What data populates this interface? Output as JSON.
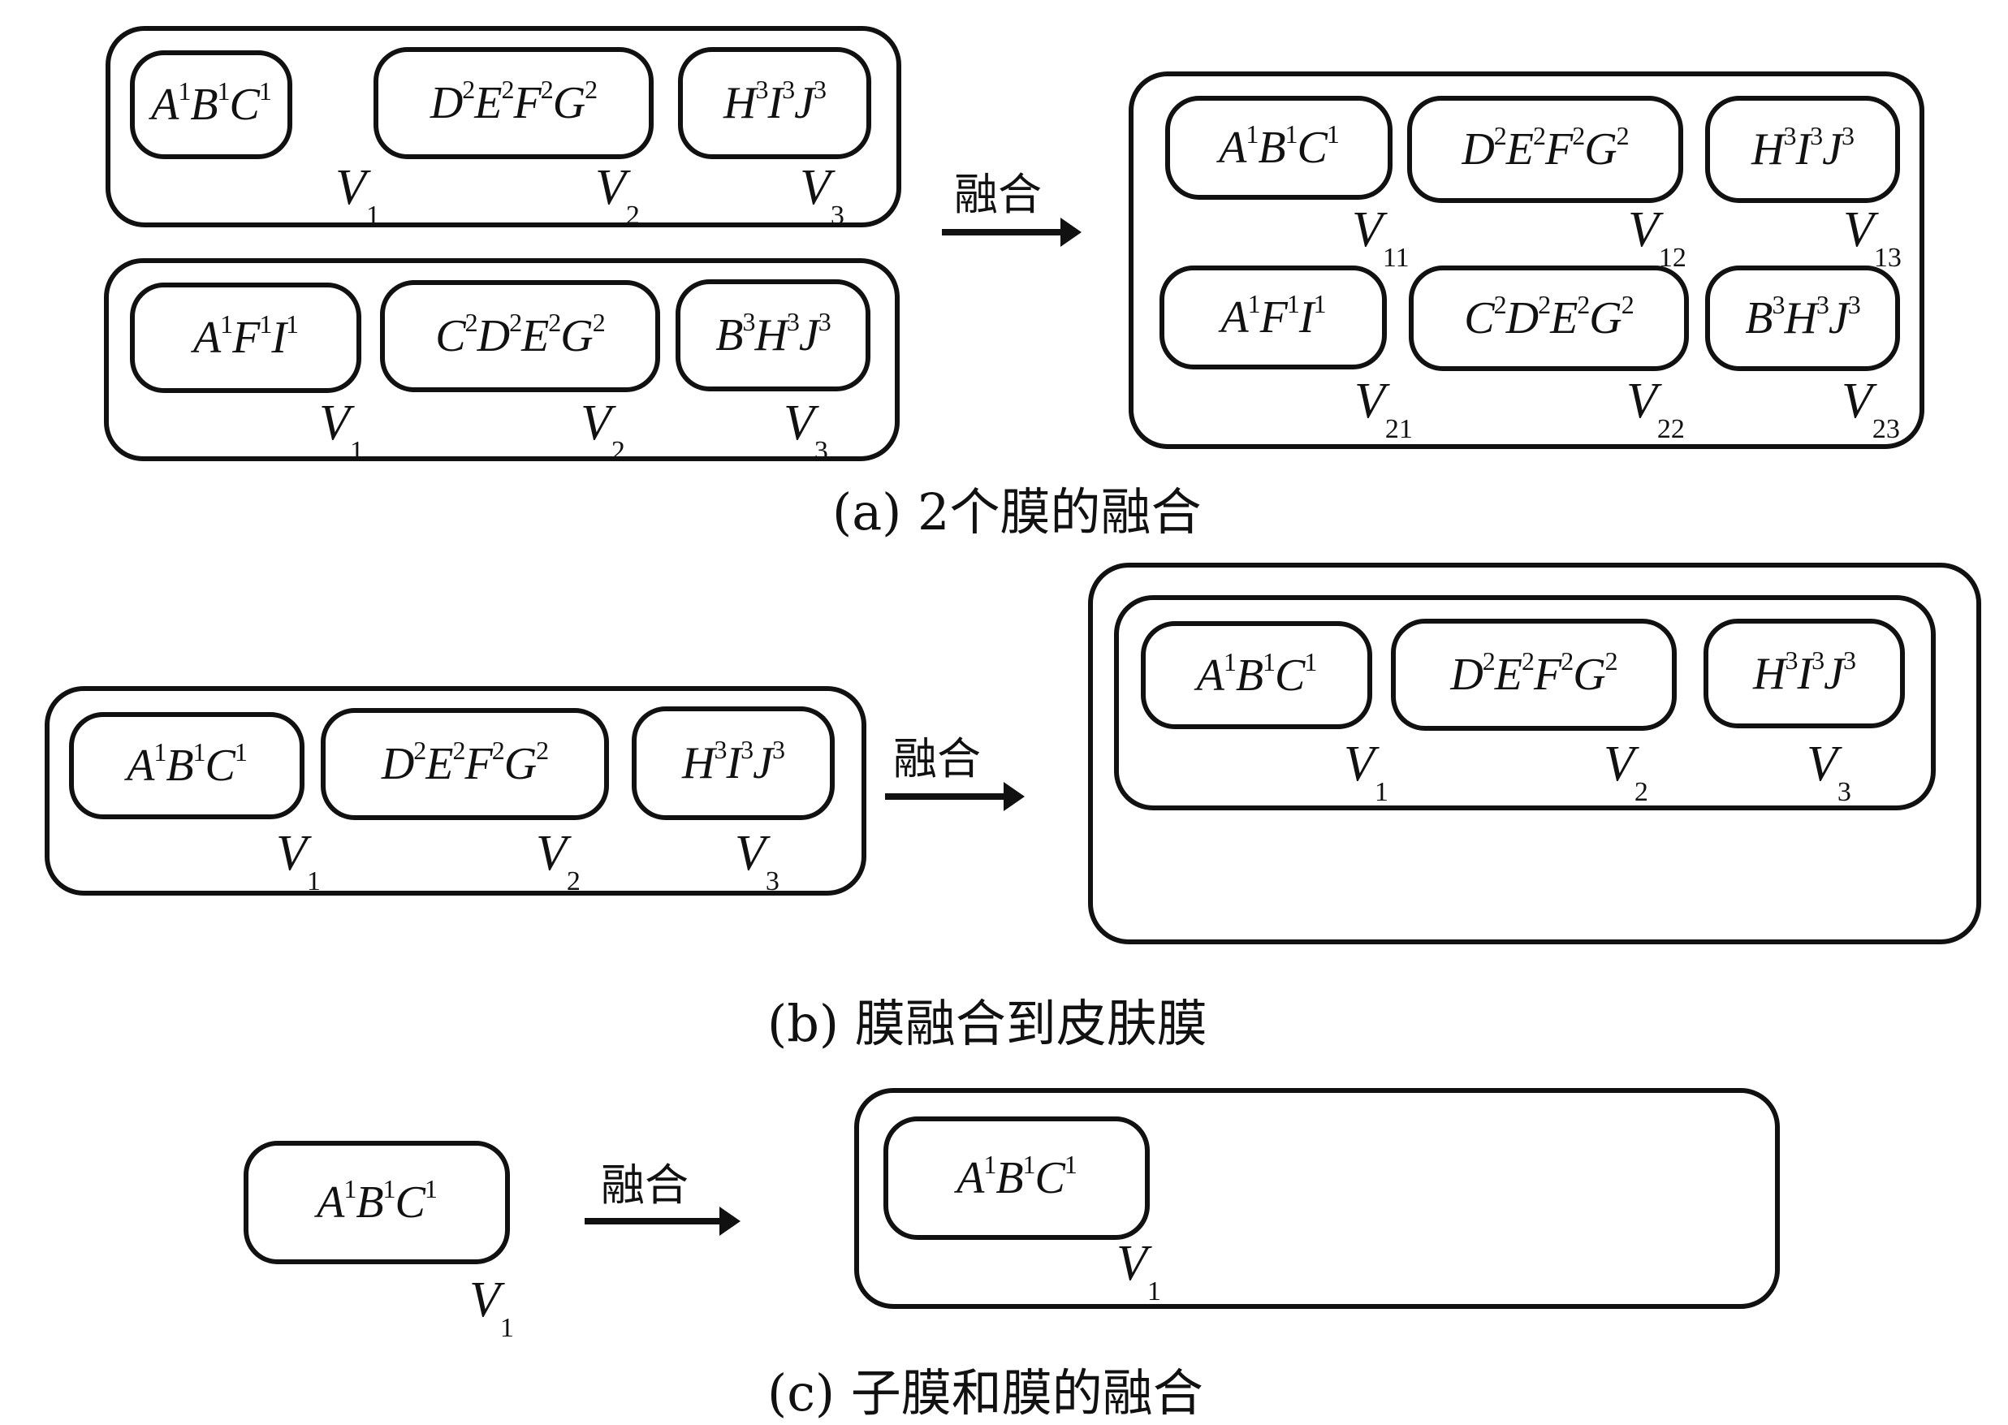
{
  "arrow_label": "融合",
  "captions": {
    "a": "(a) 2个膜的融合",
    "b": "(b) 膜融合到皮肤膜",
    "c": "(c) 子膜和膜的融合"
  },
  "membranes": {
    "m1": {
      "base": [
        "A",
        "B",
        "C"
      ],
      "sup": "1"
    },
    "m2": {
      "base": [
        "D",
        "E",
        "F",
        "G"
      ],
      "sup": "2"
    },
    "m3": {
      "base": [
        "H",
        "I",
        "J"
      ],
      "sup": "3"
    },
    "n1": {
      "base": [
        "A",
        "F",
        "I"
      ],
      "sup": "1"
    },
    "n2": {
      "base": [
        "C",
        "D",
        "E",
        "G"
      ],
      "sup": "2"
    },
    "n3": {
      "base": [
        "B",
        "H",
        "J"
      ],
      "sup": "3"
    }
  },
  "labels": {
    "V": "V",
    "s1": "1",
    "s2": "2",
    "s3": "3",
    "s11": "11",
    "s12": "12",
    "s13": "13",
    "s21": "21",
    "s22": "22",
    "s23": "23"
  }
}
